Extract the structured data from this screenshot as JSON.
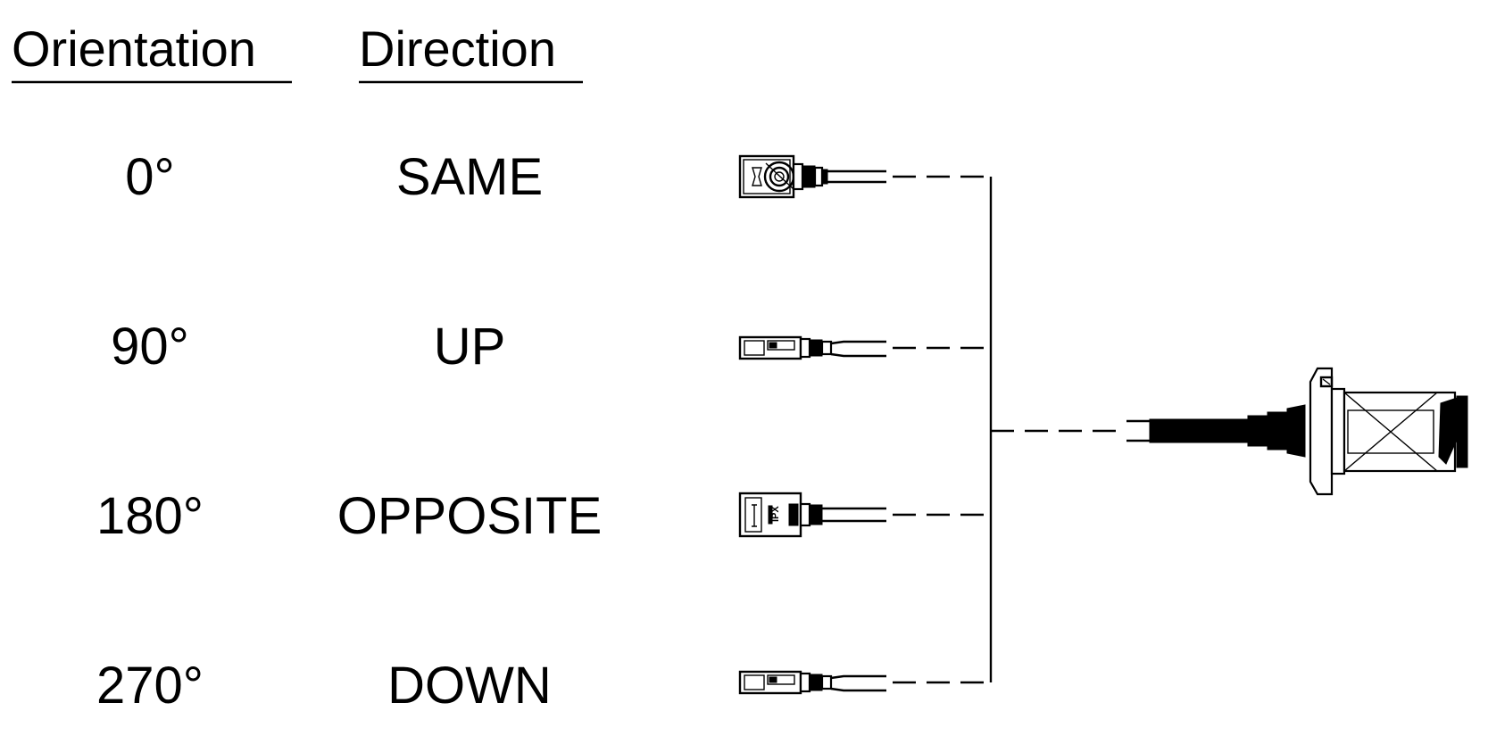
{
  "headers": {
    "orientation": "Orientation",
    "direction": "Direction"
  },
  "rows": [
    {
      "orientation": "0°",
      "direction": "SAME",
      "connector_view": "top"
    },
    {
      "orientation": "90°",
      "direction": "UP",
      "connector_view": "side"
    },
    {
      "orientation": "180°",
      "direction": "OPPOSITE",
      "connector_view": "bottom"
    },
    {
      "orientation": "270°",
      "direction": "DOWN",
      "connector_view": "side"
    }
  ],
  "connector_marking": "IPX",
  "colors": {
    "line": "#000000",
    "background": "#ffffff"
  }
}
